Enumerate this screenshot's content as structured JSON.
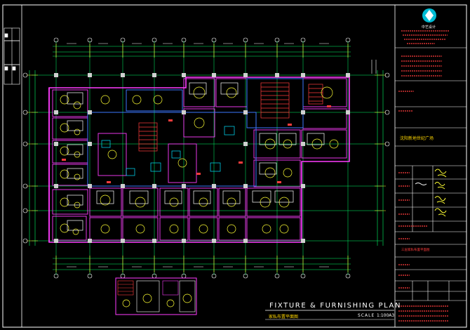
{
  "drawing": {
    "title": "FIXTURE & FURNISHING PLAN",
    "subtitle": "家私布置平面图",
    "scale_label": "SCALE",
    "scale_value": "1:100A3"
  },
  "title_block": {
    "company": "中艺设计",
    "project_name": "沈阳新地世纪广场",
    "sheet_title": "三层家私布置平面图"
  },
  "colors": {
    "background": "#000000",
    "walls": "#ff3cff",
    "grid": "#00ff66",
    "fixtures": "#ffff33",
    "furniture": "#ffffff",
    "frame": "#ffffff",
    "accent_red": "#ff3c3c",
    "cyan": "#00e5ff"
  }
}
